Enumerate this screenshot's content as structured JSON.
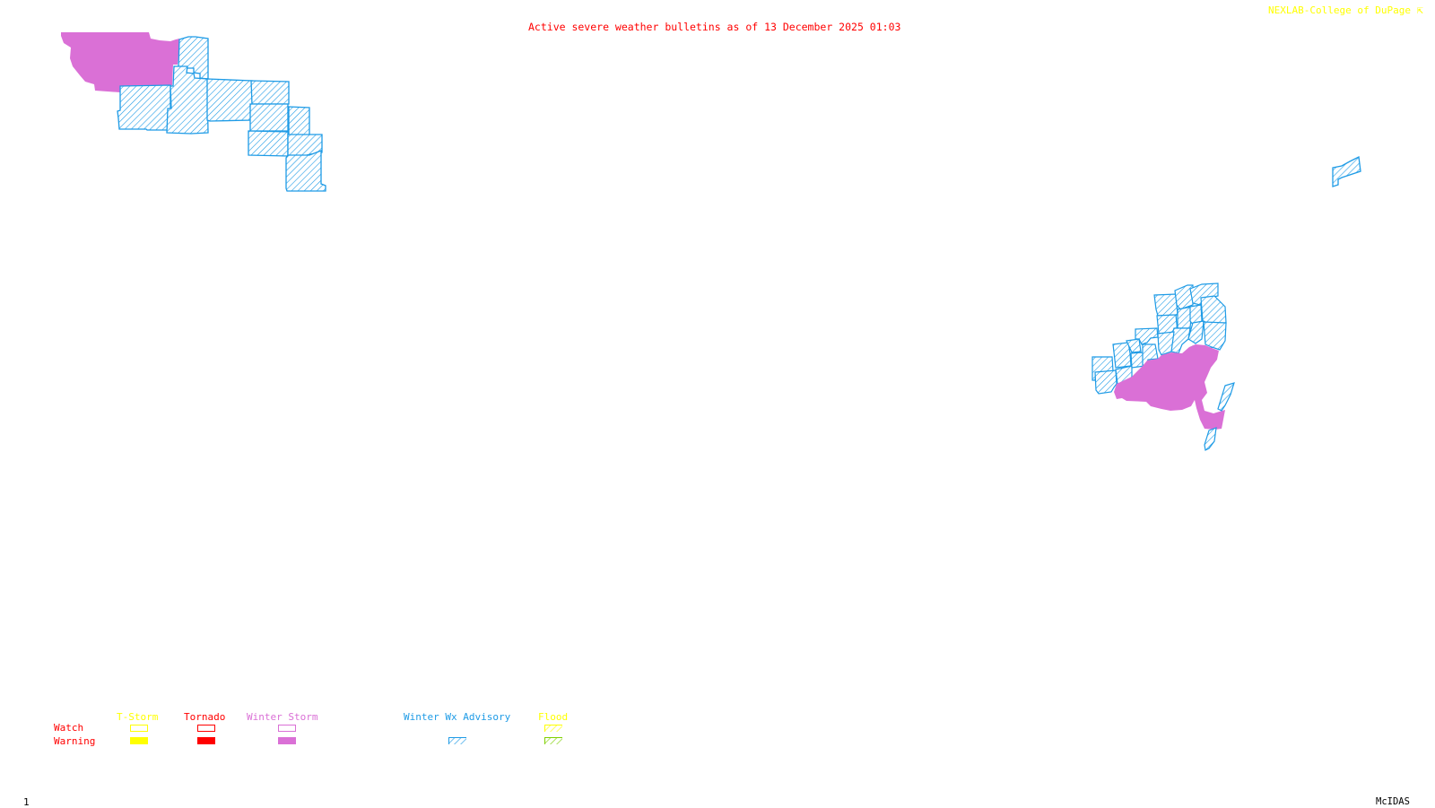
{
  "header": {
    "title": "Active severe weather bulletins as of 13 December 2025 01:03",
    "credit": "NEXLAB-College of DuPage",
    "credit_icon": "cursor-arrow-icon"
  },
  "footer": {
    "frame_number": "1",
    "brand": "McIDAS"
  },
  "colors": {
    "title": "#ff0000",
    "credit": "#ffff00",
    "tstorm": "#ffff00",
    "tornado": "#ff0000",
    "winter_storm": "#da70d6",
    "winter_wx_advisory": "#1e9be6",
    "flood_watch": "#ffff00",
    "flood_warning": "#7fd000"
  },
  "legend": {
    "row_labels": {
      "watch": "Watch",
      "warning": "Warning"
    },
    "categories": [
      {
        "key": "tstorm",
        "label": "T-Storm",
        "watch": "outline",
        "warning": "solid"
      },
      {
        "key": "tornado",
        "label": "Tornado",
        "watch": "outline",
        "warning": "solid"
      },
      {
        "key": "winter_storm",
        "label": "Winter Storm",
        "watch": "outline",
        "warning": "solid"
      },
      {
        "key": "winter_wx_advisory",
        "label": "Winter Wx Advisory",
        "watch": null,
        "warning": "hatched"
      },
      {
        "key": "flood",
        "label": "Flood",
        "watch": "hatched",
        "warning": "hatched"
      }
    ]
  },
  "map": {
    "regions": [
      {
        "name": "northern-plains-winter-storm-warning",
        "type": "Winter Storm Warning"
      },
      {
        "name": "northern-plains-winter-wx-advisory",
        "type": "Winter Wx Advisory"
      },
      {
        "name": "northeast-winter-storm-warning",
        "type": "Winter Storm Warning"
      },
      {
        "name": "northeast-winter-wx-advisory",
        "type": "Winter Wx Advisory"
      },
      {
        "name": "maine-winter-wx-advisory",
        "type": "Winter Wx Advisory"
      }
    ]
  }
}
